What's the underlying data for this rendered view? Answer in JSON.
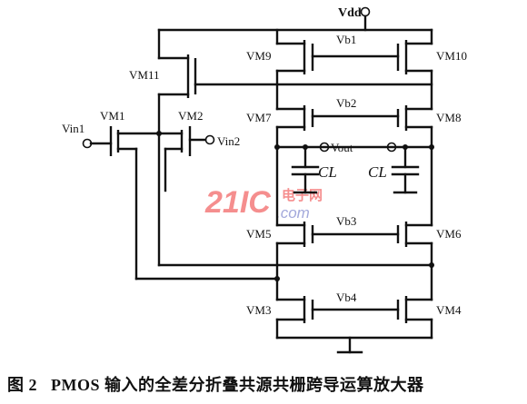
{
  "labels": {
    "vdd": "Vdd",
    "vb1": "Vb1",
    "vb2": "Vb2",
    "vb3": "Vb3",
    "vb4": "Vb4",
    "vm9": "VM9",
    "vm10": "VM10",
    "vm11": "VM11",
    "vm7": "VM7",
    "vm8": "VM8",
    "vm1": "VM1",
    "vm2": "VM2",
    "vm5": "VM5",
    "vm6": "VM6",
    "vm3": "VM3",
    "vm4": "VM4",
    "vin1": "Vin1",
    "vin2": "Vin2",
    "vout": "Vout",
    "cl_left": "CL",
    "cl_right": "CL"
  },
  "watermark": {
    "main": "21IC",
    "cn": "电子网",
    "com": ".com"
  },
  "caption": {
    "number": "图 2",
    "text": "PMOS 输入的全差分折叠共源共栅跨导运算放大器"
  }
}
